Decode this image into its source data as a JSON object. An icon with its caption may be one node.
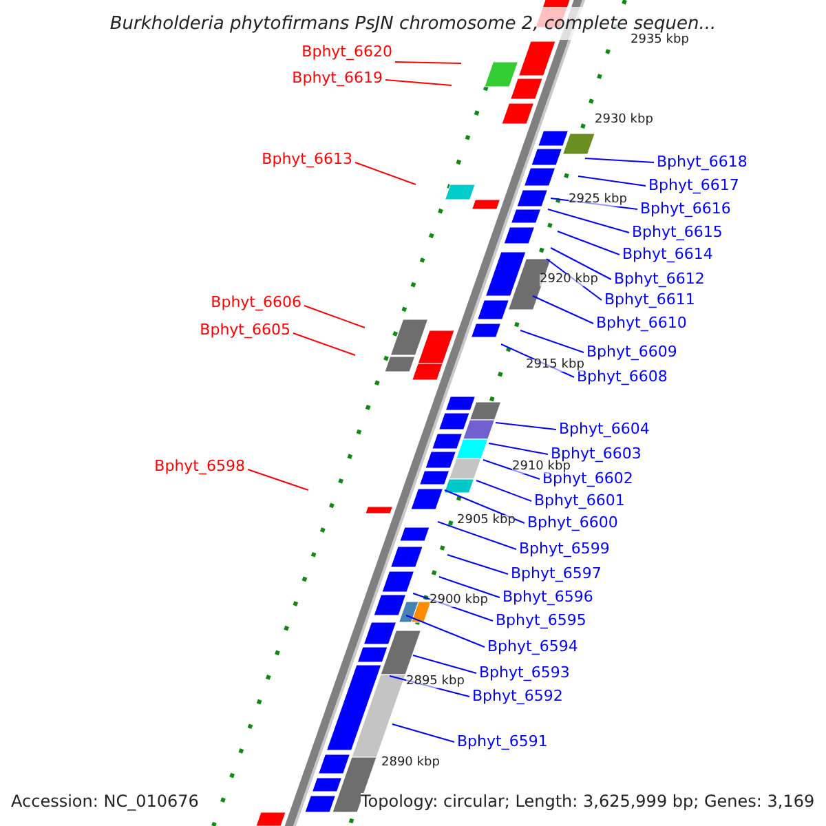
{
  "diagram": {
    "title": "Burkholderia phytofirmans PsJN chromosome 2, complete sequen...",
    "nodes": [
      {
        "text": [
          "Bphyt_6620"
        ]
      },
      {
        "text": [
          "Bphyt_6619"
        ]
      },
      {
        "text": [
          "Bphyt_6613"
        ]
      },
      {
        "text": [
          "Bphyt_6618"
        ]
      },
      {
        "text": [
          "Bphyt_6617"
        ]
      },
      {
        "text": [
          "Bphyt_6616"
        ]
      },
      {
        "text": [
          "Bphyt_6615"
        ]
      },
      {
        "text": [
          "Bphyt_6614"
        ]
      },
      {
        "text": [
          "Bphyt_6612"
        ]
      },
      {
        "text": [
          "Bphyt_6611"
        ]
      },
      {
        "text": [
          "Bphyt_6606"
        ]
      },
      {
        "text": [
          "Bphyt_6610"
        ]
      },
      {
        "text": [
          "Bphyt_6605"
        ]
      },
      {
        "text": [
          "Bphyt_6609"
        ]
      },
      {
        "text": [
          "Bphyt_6608"
        ]
      },
      {
        "text": [
          "Bphyt_6604"
        ]
      },
      {
        "text": [
          "Bphyt_6603"
        ]
      },
      {
        "text": [
          "Bphyt_6602"
        ]
      },
      {
        "text": [
          "Bphyt_6598"
        ]
      },
      {
        "text": [
          "Bphyt_6601"
        ]
      },
      {
        "text": [
          "Bphyt_6600"
        ]
      },
      {
        "text": [
          "Bphyt_6599"
        ]
      },
      {
        "text": [
          "Bphyt_6597"
        ]
      },
      {
        "text": [
          "Bphyt_6596"
        ]
      },
      {
        "text": [
          "Bphyt_6595"
        ]
      },
      {
        "text": [
          "Bphyt_6594"
        ]
      },
      {
        "text": [
          "Bphyt_6593"
        ]
      },
      {
        "text": [
          "Bphyt_6592"
        ]
      },
      {
        "text": [
          "Bphyt_6591"
        ]
      }
    ],
    "edges": [
      {
        "from": 0,
        "to": null,
        "arrow": "none",
        "color": "#ff0000"
      },
      {
        "from": 1,
        "to": null,
        "arrow": "none",
        "color": "#ff0000"
      },
      {
        "from": 2,
        "to": null,
        "arrow": "none",
        "color": "#ff0000"
      },
      {
        "from": 3,
        "to": null,
        "arrow": "none"
      },
      {
        "from": 4,
        "to": null,
        "arrow": "none"
      },
      {
        "from": 5,
        "to": null,
        "arrow": "none"
      },
      {
        "from": 6,
        "to": null,
        "arrow": "none"
      },
      {
        "from": 7,
        "to": null,
        "arrow": "none"
      },
      {
        "from": 8,
        "to": null,
        "arrow": "none"
      },
      {
        "from": 9,
        "to": null,
        "arrow": "none"
      },
      {
        "from": 10,
        "to": null,
        "arrow": "none",
        "color": "#ff0000"
      },
      {
        "from": 11,
        "to": null,
        "arrow": "none"
      },
      {
        "from": 12,
        "to": null,
        "arrow": "none",
        "color": "#ff0000"
      },
      {
        "from": 13,
        "to": null,
        "arrow": "none"
      },
      {
        "from": 14,
        "to": null,
        "arrow": "none"
      },
      {
        "from": 15,
        "to": null,
        "arrow": "none"
      },
      {
        "from": 16,
        "to": null,
        "arrow": "none"
      },
      {
        "from": 17,
        "to": null,
        "arrow": "none"
      },
      {
        "from": 18,
        "to": null,
        "arrow": "none",
        "color": "#ff0000"
      },
      {
        "from": 19,
        "to": null,
        "arrow": "none"
      },
      {
        "from": 20,
        "to": null,
        "arrow": "none"
      },
      {
        "from": 21,
        "to": null,
        "arrow": "none"
      },
      {
        "from": 22,
        "to": null,
        "arrow": "none"
      },
      {
        "from": 23,
        "to": null,
        "arrow": "none"
      },
      {
        "from": 24,
        "to": null,
        "arrow": "none"
      },
      {
        "from": 25,
        "to": null,
        "arrow": "none"
      },
      {
        "from": 26,
        "to": null,
        "arrow": "none"
      },
      {
        "from": 27,
        "to": null,
        "arrow": "none"
      },
      {
        "from": 28,
        "to": null,
        "arrow": "none"
      }
    ],
    "labels": [
      "2935 kbp",
      "2930 kbp",
      "2925 kbp",
      "2920 kbp",
      "2915 kbp",
      "2910 kbp",
      "2905 kbp",
      "2900 kbp",
      "2895 kbp",
      "2890 kbp",
      "Accession: NC_010676",
      "Topology: circular; Length: 3,625,999 bp; Genes: 3,169"
    ]
  }
}
